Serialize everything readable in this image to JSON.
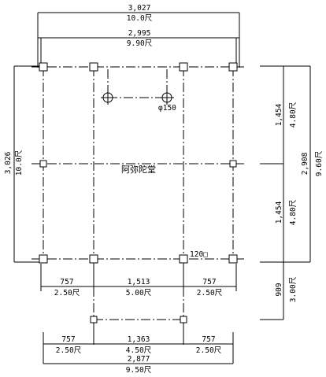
{
  "title": "阿弥陀堂",
  "pipe_label": "φ150",
  "post_label": "120□",
  "dims": {
    "top_outer_mm": "3,027",
    "top_outer_shaku": "10.0尺",
    "top_inner_mm": "2,995",
    "top_inner_shaku": "9.90尺",
    "left_mm": "3,026",
    "left_shaku": "10.0尺",
    "right_upper_mm": "1,454",
    "right_upper_shaku": "4.80尺",
    "right_lower_mm": "1,454",
    "right_lower_shaku": "4.80尺",
    "right_total_mm": "2,908",
    "right_total_shaku": "9.60尺",
    "right_ext_mm": "909",
    "right_ext_shaku": "3.00尺",
    "row1_left_mm": "757",
    "row1_left_shaku": "2.50尺",
    "row1_mid_mm": "1,513",
    "row1_mid_shaku": "5.00尺",
    "row1_right_mm": "757",
    "row1_right_shaku": "2.50尺",
    "row2_left_mm": "757",
    "row2_left_shaku": "2.50尺",
    "row2_mid_mm": "1,363",
    "row2_mid_shaku": "4.50尺",
    "row2_right_mm": "757",
    "row2_right_shaku": "2.50尺",
    "bottom_total_mm": "2,877",
    "bottom_total_shaku": "9.50尺"
  }
}
